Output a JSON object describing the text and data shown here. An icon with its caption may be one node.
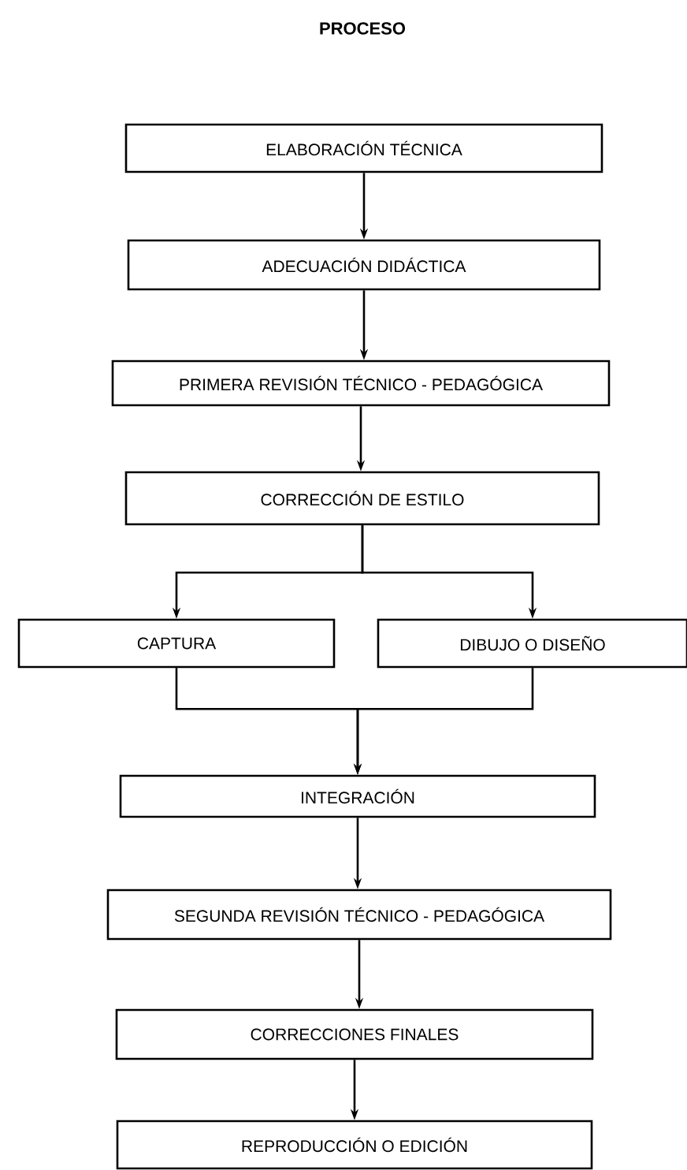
{
  "diagram": {
    "title": "PROCESO",
    "nodes": [
      {
        "text": [
          "ELABORACIÓN TÉCNICA"
        ]
      },
      {
        "text": [
          "ADECUACIÓN DIDÁCTICA"
        ]
      },
      {
        "text": [
          "PRIMERA REVISIÓN TÉCNICO - PEDAGÓGICA"
        ]
      },
      {
        "text": [
          "CORRECCIÓN DE ESTILO"
        ]
      },
      {
        "text": [
          "CAPTURA"
        ]
      },
      {
        "text": [
          "DIBUJO O DISEÑO"
        ]
      },
      {
        "text": [
          "INTEGRACIÓN"
        ]
      },
      {
        "text": [
          "SEGUNDA REVISIÓN TÉCNICO - PEDAGÓGICA"
        ]
      },
      {
        "text": [
          "CORRECCIONES FINALES"
        ]
      },
      {
        "text": [
          "REPRODUCCIÓN O EDICIÓN"
        ]
      }
    ],
    "edges": [
      {
        "from": 0,
        "to": 1,
        "arrow": "to"
      },
      {
        "from": 1,
        "to": 2,
        "arrow": "to"
      },
      {
        "from": 2,
        "to": 3,
        "arrow": "to"
      },
      {
        "from": 3,
        "to": 4,
        "arrow": "to"
      },
      {
        "from": 3,
        "to": 5,
        "arrow": "to"
      },
      {
        "from": 4,
        "to": 6,
        "arrow": "to"
      },
      {
        "from": 5,
        "to": 6,
        "arrow": "to"
      },
      {
        "from": 6,
        "to": 7,
        "arrow": "to"
      },
      {
        "from": 7,
        "to": 8,
        "arrow": "to"
      },
      {
        "from": 8,
        "to": 9,
        "arrow": "to"
      }
    ]
  }
}
